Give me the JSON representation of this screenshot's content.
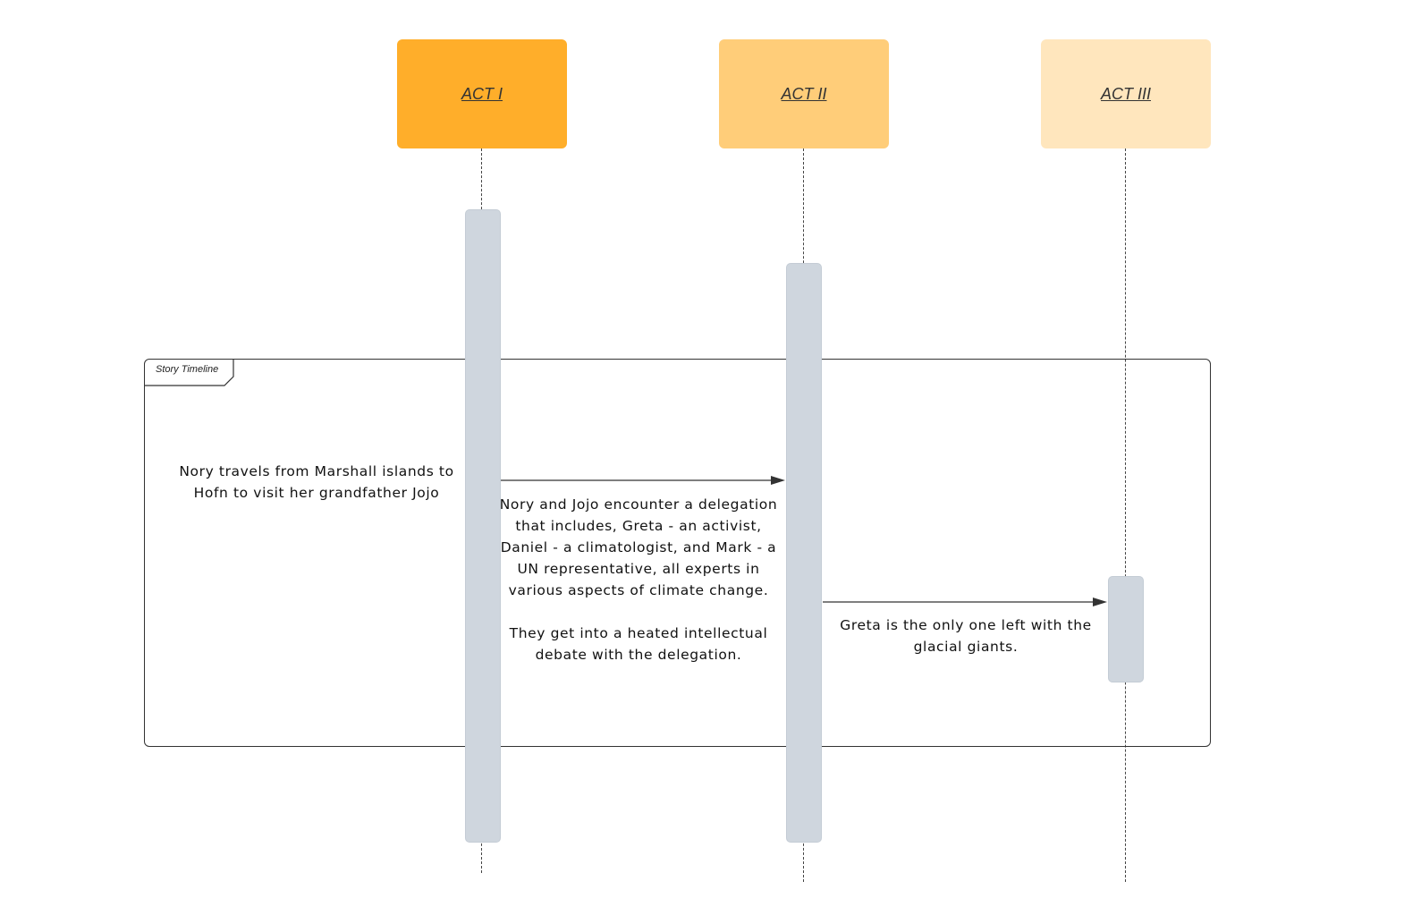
{
  "actors": [
    {
      "label": "ACT I",
      "color": "#ffae2a"
    },
    {
      "label": "ACT II",
      "color": "#ffcd79"
    },
    {
      "label": "ACT III",
      "color": "#ffe6bd"
    }
  ],
  "frame": {
    "label": "Story Timeline"
  },
  "notes": {
    "act1": "Nory travels from Marshall islands to\nHofn to visit her grandfather Jojo",
    "act1_to_act2": "Nory and Jojo encounter a delegation\nthat includes, Greta - an activist,\nDaniel - a climatologist, and Mark - a\nUN representative, all experts in\nvarious aspects of climate change.\n\nThey get into a heated intellectual\ndebate with the delegation.",
    "act2_to_act3": "Greta is the only one left with the\nglacial giants."
  },
  "colors": {
    "activation": "#cfd6de",
    "line": "#333333"
  }
}
